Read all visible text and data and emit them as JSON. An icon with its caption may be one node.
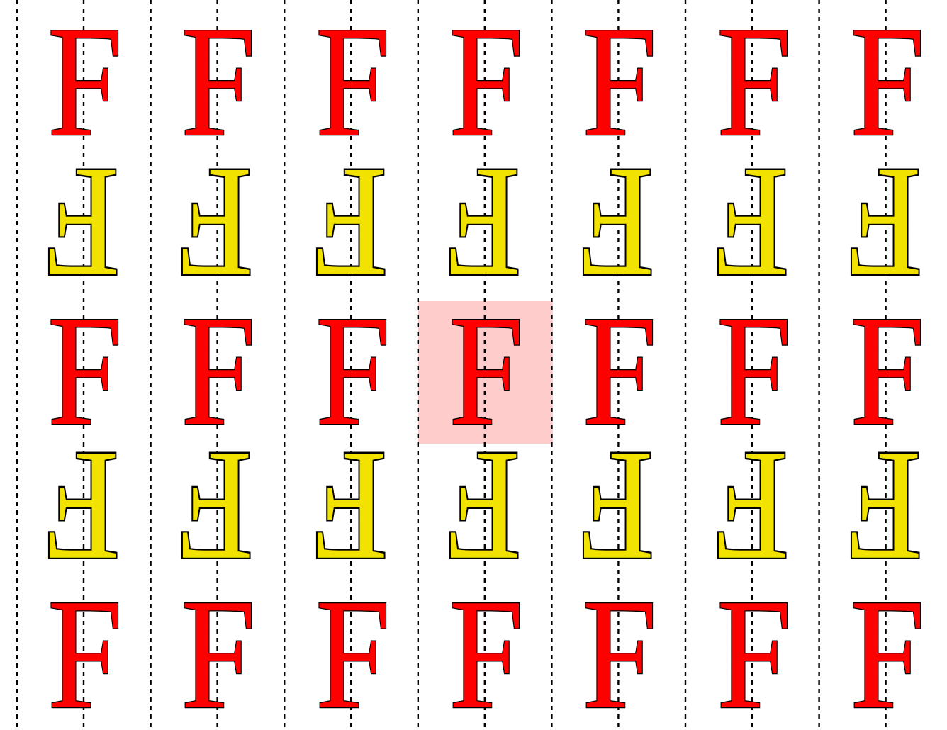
{
  "diagram": {
    "labels": [
      "F",
      "F",
      "F",
      "F",
      "F",
      "F",
      "F",
      "F",
      "F",
      "F",
      "F",
      "F",
      "F",
      "F",
      "F",
      "F",
      "F",
      "F",
      "F",
      "F",
      "F",
      "F",
      "F",
      "F",
      "F",
      "F",
      "F",
      "F",
      "F",
      "F",
      "F",
      "F",
      "F",
      "F",
      "F"
    ]
  }
}
